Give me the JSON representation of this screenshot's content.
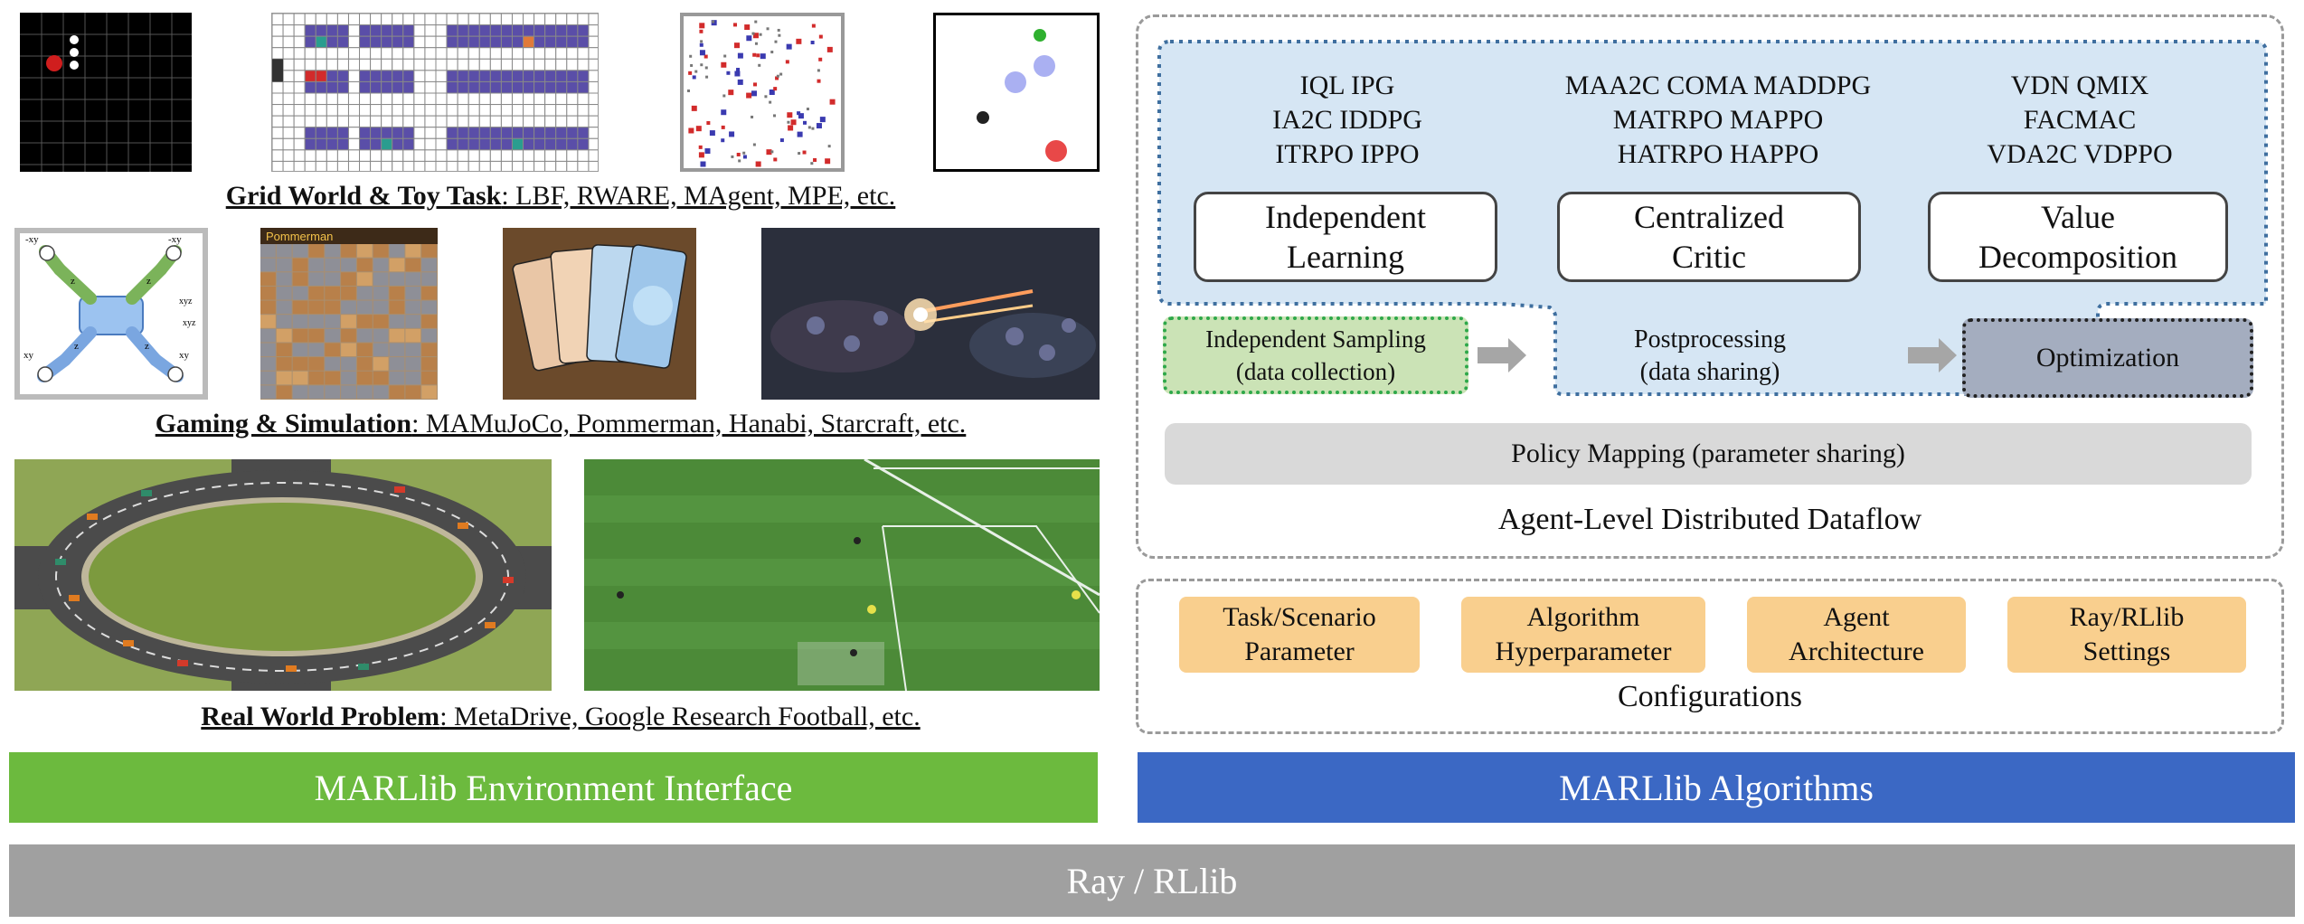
{
  "environments": {
    "grid": {
      "caption_bold": "Grid World & Toy Task",
      "caption_rest": ": LBF, RWARE, MAgent, MPE, etc. "
    },
    "gaming": {
      "caption_bold": "Gaming & Simulation",
      "caption_rest": ": MAMuJoCo, Pommerman, Hanabi, Starcraft, etc.",
      "pommerman_title": "Pommerman"
    },
    "real": {
      "caption_bold": "Real World Problem",
      "caption_rest": ": MetaDrive, Google Research Football, etc."
    },
    "interface_label": "MARLlib Environment Interface",
    "mujoco_labels": {
      "a": "-xy",
      "b": "-xy",
      "c": "xy",
      "d": "xy",
      "e": "z",
      "f": "z",
      "g": "z",
      "h": "z",
      "i": "xyz",
      "j": "xyz"
    }
  },
  "dataflow": {
    "title": "Agent-Level Distributed Dataflow",
    "algos": {
      "independent": [
        "IQL IPG",
        "IA2C IDDPG",
        "ITRPO IPPO"
      ],
      "centralized": [
        "MAA2C COMA MADDPG",
        "MATRPO MAPPO",
        "HATRPO HAPPO"
      ],
      "value": [
        "VDN QMIX",
        "FACMAC",
        "VDA2C VDPPO"
      ]
    },
    "paradigms": {
      "independent": [
        "Independent",
        "Learning"
      ],
      "centralized": [
        "Centralized",
        "Critic"
      ],
      "value": [
        "Value",
        "Decomposition"
      ]
    },
    "sampling": [
      "Independent Sampling",
      "(data collection)"
    ],
    "postprocessing": [
      "Postprocessing",
      "(data sharing)"
    ],
    "optimization": "Optimization",
    "policy_mapping": "Policy Mapping (parameter sharing)"
  },
  "configurations": {
    "title": "Configurations",
    "items": [
      [
        "Task/Scenario",
        "Parameter"
      ],
      [
        "Algorithm",
        "Hyperparameter"
      ],
      [
        "Agent",
        "Architecture"
      ],
      [
        "Ray/RLlib",
        "Settings"
      ]
    ]
  },
  "algorithms_label": "MARLlib Algorithms",
  "ray_label": "Ray / RLlib",
  "colors": {
    "green_bar": "#6cba3e",
    "blue_bar": "#3b68c4",
    "gray_bar": "#a0a0a0",
    "blue_panel": "#d6e6f4",
    "dotted_blue": "#3f6f9f",
    "sampling_fill": "#cbe3b6",
    "sampling_border": "#2ea84a",
    "optim_fill": "#a4adbf",
    "config_fill": "#f9cf8e",
    "policy_fill": "#d9d9d9"
  }
}
